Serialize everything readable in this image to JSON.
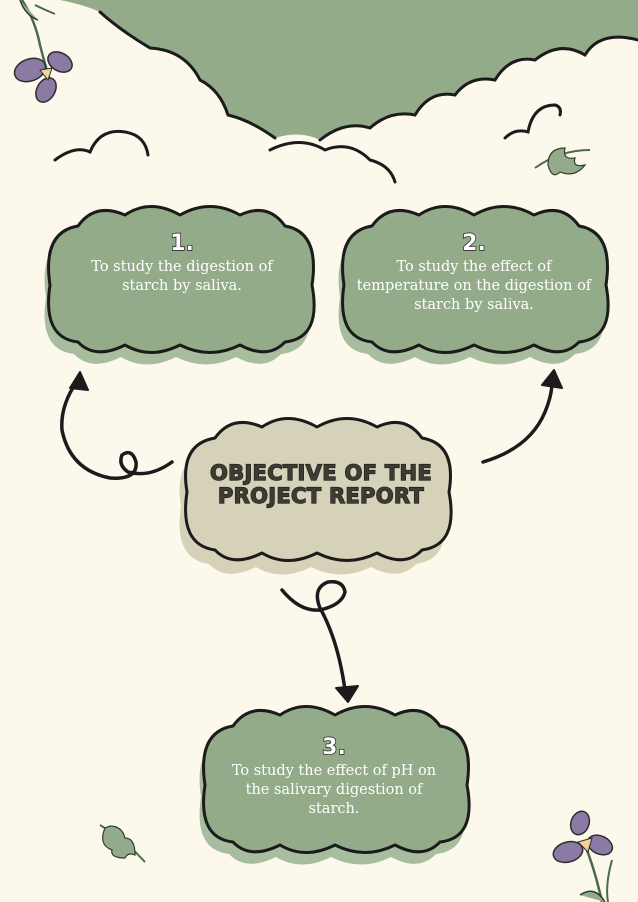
{
  "title": "OBJECTIVE OF THE PROJECT REPORT",
  "objectives": [
    {
      "number": "1.",
      "text": "To study the digestion of starch by saliva."
    },
    {
      "number": "2.",
      "text": "To study the effect of temperature on the digestion of starch by saliva."
    },
    {
      "number": "3.",
      "text": "To study the effect of pH on the salivary digestion of starch."
    }
  ],
  "colors": {
    "background": "#fcf9ec",
    "green_cloud": "#93ab89",
    "green_shadow": "#a8bd9d",
    "beige_cloud": "#d6d1b9",
    "flower": "#8b7aa3",
    "outline": "#1b1b1b"
  }
}
